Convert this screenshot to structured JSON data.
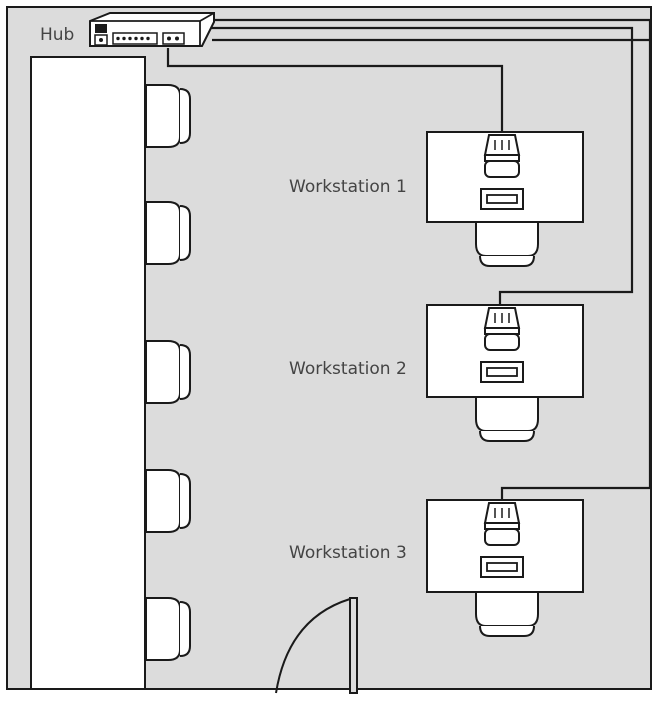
{
  "hub": {
    "label": "Hub"
  },
  "workstations": [
    {
      "label": "Workstation 1"
    },
    {
      "label": "Workstation 2"
    },
    {
      "label": "Workstation 3"
    }
  ],
  "colors": {
    "room": "#dcdcdc",
    "stroke": "#1a1a1a",
    "furniture": "#ffffff",
    "text": "#444444"
  }
}
